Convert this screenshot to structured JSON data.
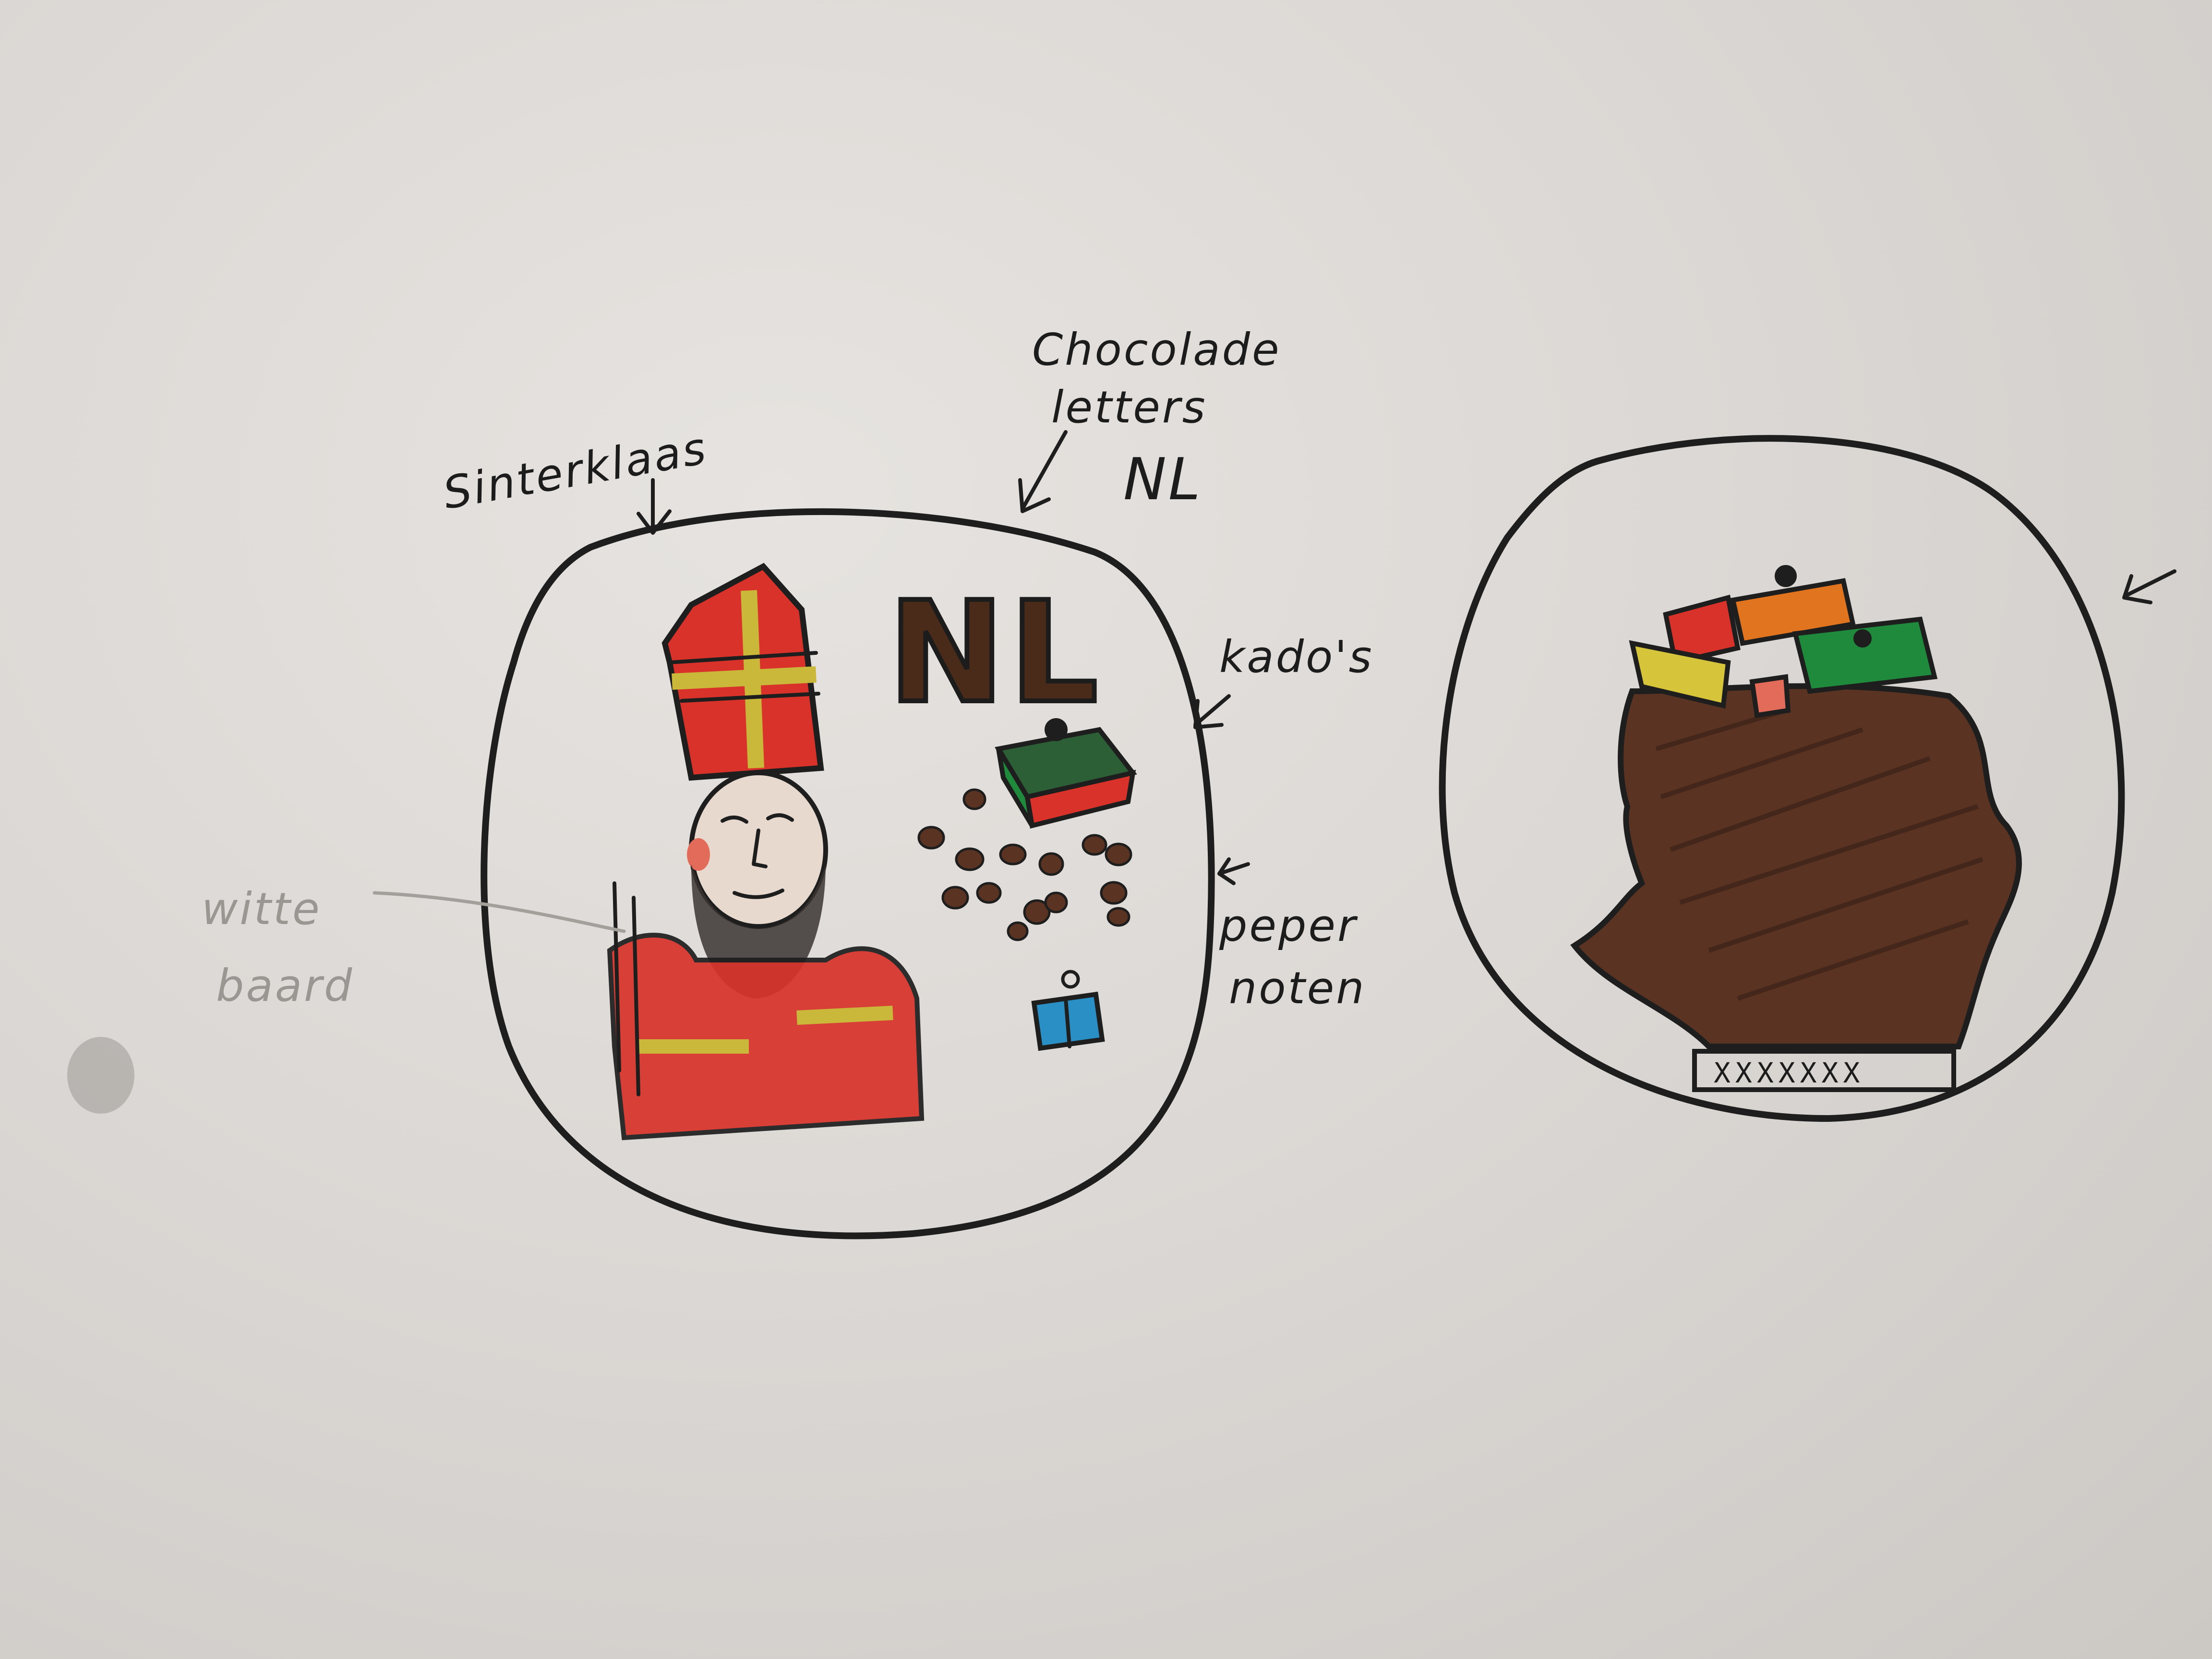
{
  "labels": {
    "sinterklaas": "Sinterklaas",
    "chocolade_line1": "Chocolade",
    "chocolade_line2": "letters",
    "chocolade_line3": "NL",
    "kados": "kado's",
    "pepernoten_line1": "peper",
    "pepernoten_line2": "noten",
    "witte_line1": "witte",
    "witte_line2": "baard"
  },
  "drawing": {
    "nl_letters": "NL",
    "base_marks": "XXXXXXX"
  },
  "colors": {
    "paper": "#dcd8d5",
    "ink": "#1e1e1e",
    "mitre_red": "#d8322a",
    "gold": "#c9b83a",
    "chocolate": "#4a2a18",
    "sack_brown": "#5b3322",
    "present_green": "#1f8a3c",
    "present_orange": "#e0741f",
    "present_yellow": "#d6c43a",
    "present_blue": "#2a8fc4",
    "faint_grey": "#a3a09c"
  }
}
